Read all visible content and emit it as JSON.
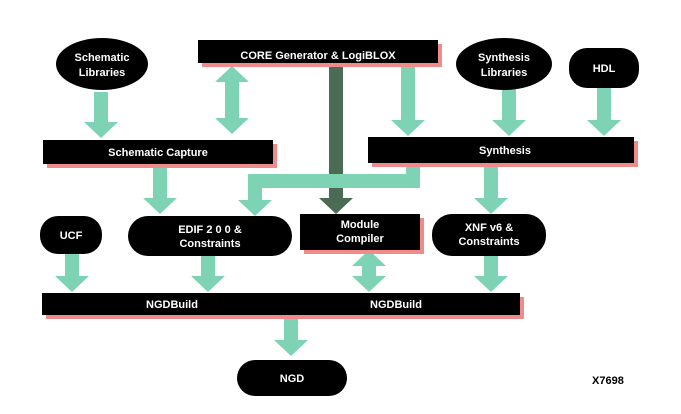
{
  "colors": {
    "box_fill": "#000000",
    "box_shadow": "#f08b8b",
    "arrow_light": "#7dd3b4",
    "arrow_dark": "#4c6b54",
    "text_on_box": "#ffffff"
  },
  "nodes": {
    "core_generator": "CORE Generator & LogiBLOX",
    "schematic_libraries": [
      "Schematic",
      "Libraries"
    ],
    "synthesis_libraries": [
      "Synthesis",
      "Libraries"
    ],
    "hdl": "HDL",
    "schematic_capture": "Schematic Capture",
    "synthesis": "Synthesis",
    "ucf": "UCF",
    "edif": [
      "EDIF 2 0 0  &",
      "Constraints"
    ],
    "module_compiler": [
      "Module",
      "Compiler"
    ],
    "xnf": [
      "XNF v6  &",
      "Constraints"
    ],
    "ngdbuild_left": "NGDBuild",
    "ngdbuild_right": "NGDBuild",
    "ngd": "NGD"
  },
  "figure_id": "X7698"
}
